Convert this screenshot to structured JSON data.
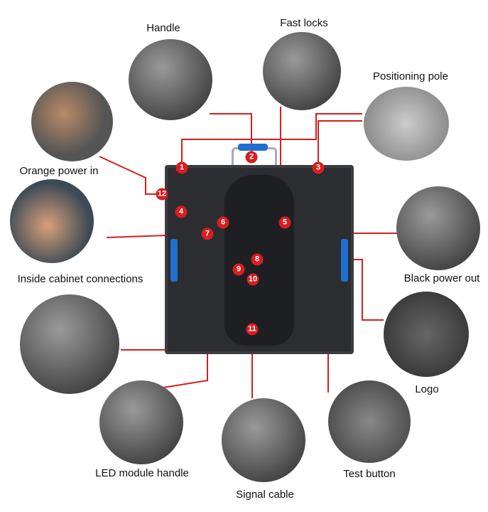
{
  "labels": {
    "handle": "Handle",
    "fast_locks": "Fast locks",
    "positioning_pole": "Positioning pole",
    "orange_power_in": "Orange power in",
    "inside_cabinet_connections": "Inside cabinet connections",
    "black_power_out": "Black power out",
    "logo": "Logo",
    "led_module_handle": "LED module handle",
    "test_button": "Test button",
    "signal_cable": "Signal cable"
  },
  "markers": [
    "1",
    "2",
    "3",
    "4",
    "5",
    "6",
    "7",
    "8",
    "9",
    "10",
    "11",
    "12"
  ],
  "colors": {
    "marker": "#d81e1e",
    "line": "#d81e1e",
    "accent_blue": "#1e6fd0"
  }
}
